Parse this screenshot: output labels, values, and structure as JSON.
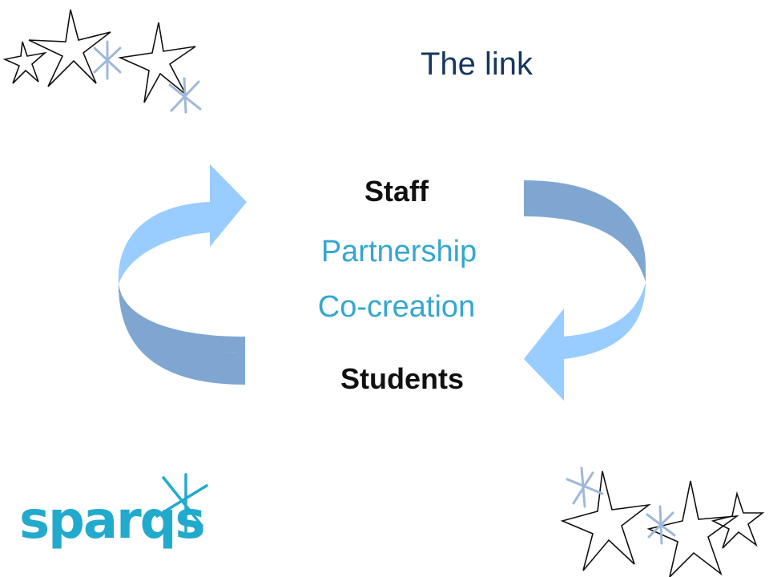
{
  "slide": {
    "title": "The link",
    "top_label": "Staff",
    "middle_label_1": "Partnership",
    "middle_label_2": "Co-creation",
    "bottom_label": "Students"
  },
  "logo": {
    "text": "sparqs"
  },
  "colors": {
    "title": "#17375e",
    "accent_text": "#35a7cf",
    "arrow_light": "#99ccff",
    "arrow_dark": "#7fa6d1",
    "logo": "#22aacc"
  },
  "icons": {
    "top_left_decoration": "stars-icon",
    "bottom_right_decoration": "stars-icon",
    "logo_mark": "sparkle-star-icon"
  }
}
